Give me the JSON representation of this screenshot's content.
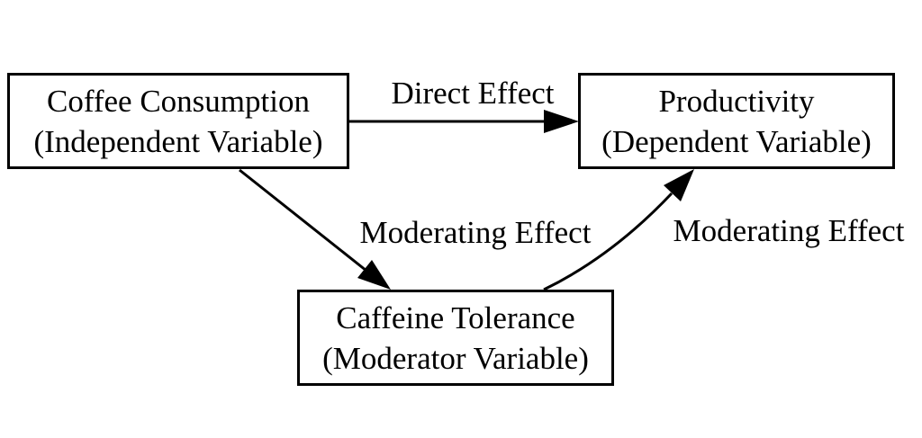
{
  "diagram": {
    "type": "moderation-model",
    "colors": {
      "background": "#ffffff",
      "stroke": "#000000",
      "box_fill": "#ffffff",
      "text": "#000000"
    },
    "nodes": {
      "independent": {
        "line1": "Coffee Consumption",
        "line2": "(Independent Variable)"
      },
      "dependent": {
        "line1": "Productivity",
        "line2": "(Dependent Variable)"
      },
      "moderator": {
        "line1": "Caffeine Tolerance",
        "line2": "(Moderator Variable)"
      }
    },
    "edges": {
      "direct": {
        "label": "Direct Effect",
        "from": "independent",
        "to": "dependent"
      },
      "moderating_a": {
        "label": "Moderating Effect",
        "from": "independent",
        "to": "moderator"
      },
      "moderating_b": {
        "label": "Moderating Effect",
        "from": "moderator",
        "to": "dependent"
      }
    }
  }
}
